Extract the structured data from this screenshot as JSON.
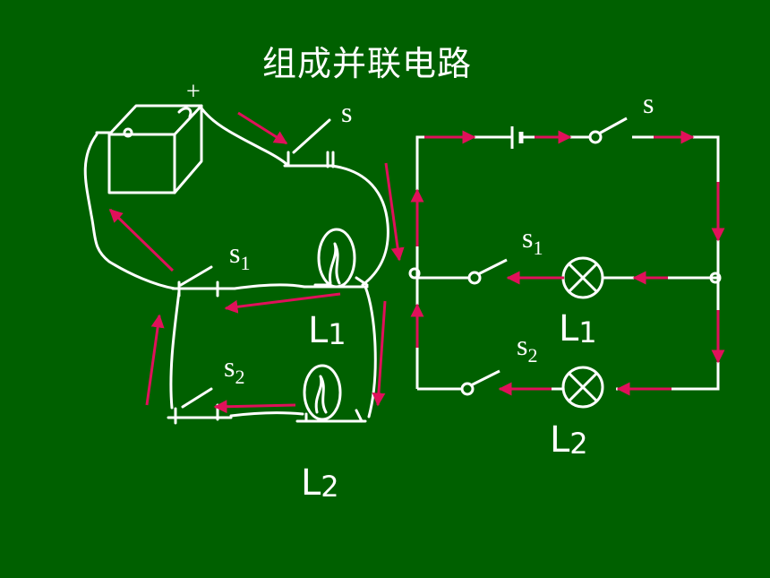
{
  "title": "组成并联电路",
  "colors": {
    "background": "#006000",
    "wire": "#ffffff",
    "arrow": "#e0105a"
  },
  "left_diagram": {
    "battery_plus": "+",
    "switch_s": "s",
    "switch_s1": {
      "base": "s",
      "sub": "1"
    },
    "switch_s2": {
      "base": "s",
      "sub": "2"
    },
    "lamp_l1": {
      "base": "L",
      "sub": "1"
    },
    "lamp_l2": {
      "base": "L",
      "sub": "2"
    }
  },
  "right_diagram": {
    "switch_s": "s",
    "switch_s1": {
      "base": "s",
      "sub": "1"
    },
    "switch_s2": {
      "base": "s",
      "sub": "2"
    },
    "lamp_l1": {
      "base": "L",
      "sub": "1"
    },
    "lamp_l2": {
      "base": "L",
      "sub": "2"
    }
  }
}
